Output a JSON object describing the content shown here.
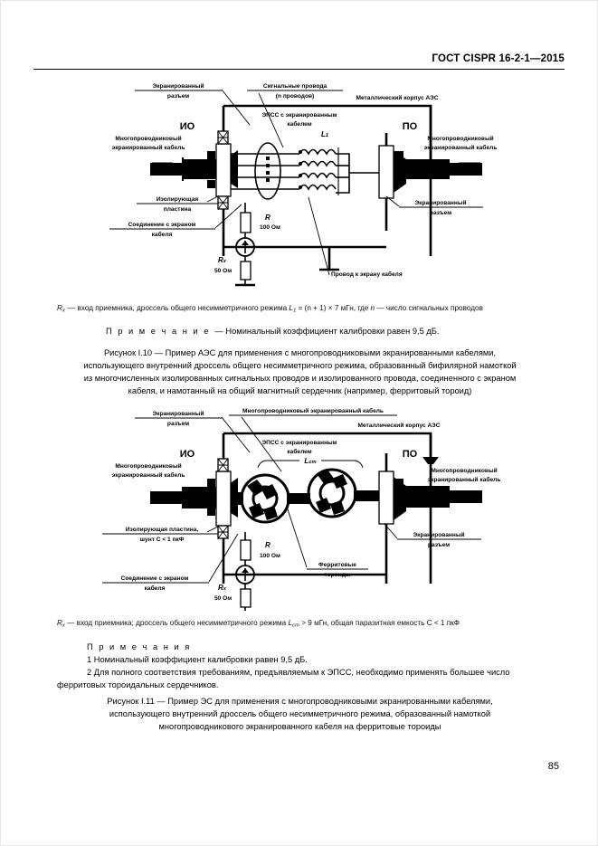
{
  "document": {
    "header": "ГОСТ CISPR 16-2-1—2015",
    "page_number": "85"
  },
  "figure1": {
    "labels": {
      "shielded_connector_l1": "Экранированный",
      "shielded_connector_l2": "разъем",
      "signal_wires_l1": "Сигнальные провода",
      "signal_wires_l2": "(n проводов)",
      "metal_case": "Металлический корпус АЭС",
      "ais_shielded_l1": "ЭПСС с экранированным",
      "ais_shielded_l2": "кабелем",
      "io": "ИО",
      "po": "ПО",
      "multi_cable_left_l1": "Многопроводниковый",
      "multi_cable_left_l2": "экранированный кабель",
      "multi_cable_right_l1": "Многопроводниковый",
      "multi_cable_right_l2": "экранированный кабель",
      "insulating_plate_l1": "Изолирующая",
      "insulating_plate_l2": "пластина",
      "shield_connection_l1": "Соединение с экраном",
      "shield_connection_l2": "кабеля",
      "shielded_connector_right_l1": "Экранированный",
      "shielded_connector_right_l2": "разъем",
      "wire_to_shield": "Провод к экрану кабеля",
      "inductor": "L",
      "inductor_sub": "1",
      "r_symbol": "R",
      "r_value": "100 Ом",
      "rx_symbol": "R",
      "rx_sub": "x",
      "rx_value": "50 Ом"
    },
    "legend_parts": {
      "p1": "R",
      "p1_sub": "x",
      "p2": " –– вход приемника, дроссель общего несимметричного режима ",
      "p3": "L",
      "p3_sub": "1",
      "p4": " = (n + 1) × 7 мГн, где ",
      "p5": "n",
      "p6": " — число сигнальных проводов"
    },
    "note_label": "П р и м е ч а н и е",
    "note_text": "—  Номинальный коэффициент калибровки равен 9,5 дБ.",
    "caption_l1": "Рисунок I.10 — Пример АЭС для применения с многопроводниковыми экранированными кабелями,",
    "caption_l2": "использующего внутренний дроссель общего несимметричного режима, образованный бифилярной намоткой",
    "caption_l3": "из многочисленных изолированных сигнальных проводов и изолированного провода, соединенного с экраном",
    "caption_l4": "кабеля, и намотанный на общий магнитный сердечник (например, ферритовый тороид)"
  },
  "figure2": {
    "labels": {
      "shielded_connector_l1": "Экранированный",
      "shielded_connector_l2": "разъем",
      "multi_cable_top": "Многопроводниковый экранированный кабель",
      "metal_case": "Металлический корпус АЭС",
      "ais_shielded_l1": "ЭПСС с экранированным",
      "ais_shielded_l2": "кабелем",
      "io": "ИО",
      "po": "ПО",
      "multi_cable_left_l1": "Многопроводниковый",
      "multi_cable_left_l2": "экранированный кабель",
      "multi_cable_right_l1": "Многопроводниковый",
      "multi_cable_right_l2": "экранированный кабель",
      "insulating_plate_l1": "Изолирующая пластина,",
      "insulating_plate_l2": "шунт C < 1 пкФ",
      "shield_connection_l1": "Соединение с экраном",
      "shield_connection_l2": "кабеля",
      "shielded_connector_right_l1": "Экранированный",
      "shielded_connector_right_l2": "разъем",
      "ferrite_toroids_l1": "Ферритовые",
      "ferrite_toroids_l2": "тороиды",
      "inductor": "L",
      "inductor_sub": "ст",
      "r_symbol": "R",
      "r_value": "100 Ом",
      "rx_symbol": "R",
      "rx_sub": "x",
      "rx_value": "50 Ом"
    },
    "legend_parts": {
      "p1": "R",
      "p1_sub": "x",
      "p2": " — вход приемника; дроссель общего несимметричного режима ",
      "p3": "L",
      "p3_sub": "ст",
      "p4": " > 9 мГн, общая паразитная емкость C < 1 пкФ"
    },
    "notes_label": "П р и м е ч а н и я",
    "note_1": "1 Номинальный коэффициент калибровки равен 9,5 дБ.",
    "note_2_l1": "2 Для полного соответствия требованиям, предъявляемым к ЭПСС, необходимо применять большее число",
    "note_2_l2": "ферритовых тороидальных сердечников.",
    "caption_l1": "Рисунок I.11 — Пример ЭС для применения с многопроводниковыми экранированными кабелями,",
    "caption_l2": "использующего внутренний дроссель общего несимметричного режима, образованный намоткой",
    "caption_l3": "многопроводникового экранированного кабеля на ферритовые тороиды"
  }
}
